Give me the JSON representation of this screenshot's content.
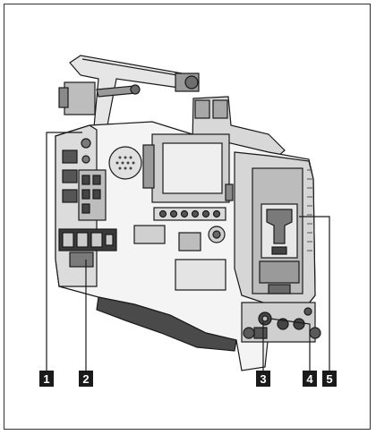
{
  "figure": {
    "subject": "camcorder-left-side-view",
    "callouts": [
      {
        "label": "1"
      },
      {
        "label": "2"
      },
      {
        "label": "3"
      },
      {
        "label": "4"
      },
      {
        "label": "5"
      }
    ]
  },
  "colors": {
    "ink": "#1a1a1a",
    "shade_dark": "#3a3a3a",
    "shade_mid": "#7a7a7a",
    "shade_light": "#c8c8c8",
    "paper": "#ffffff"
  }
}
